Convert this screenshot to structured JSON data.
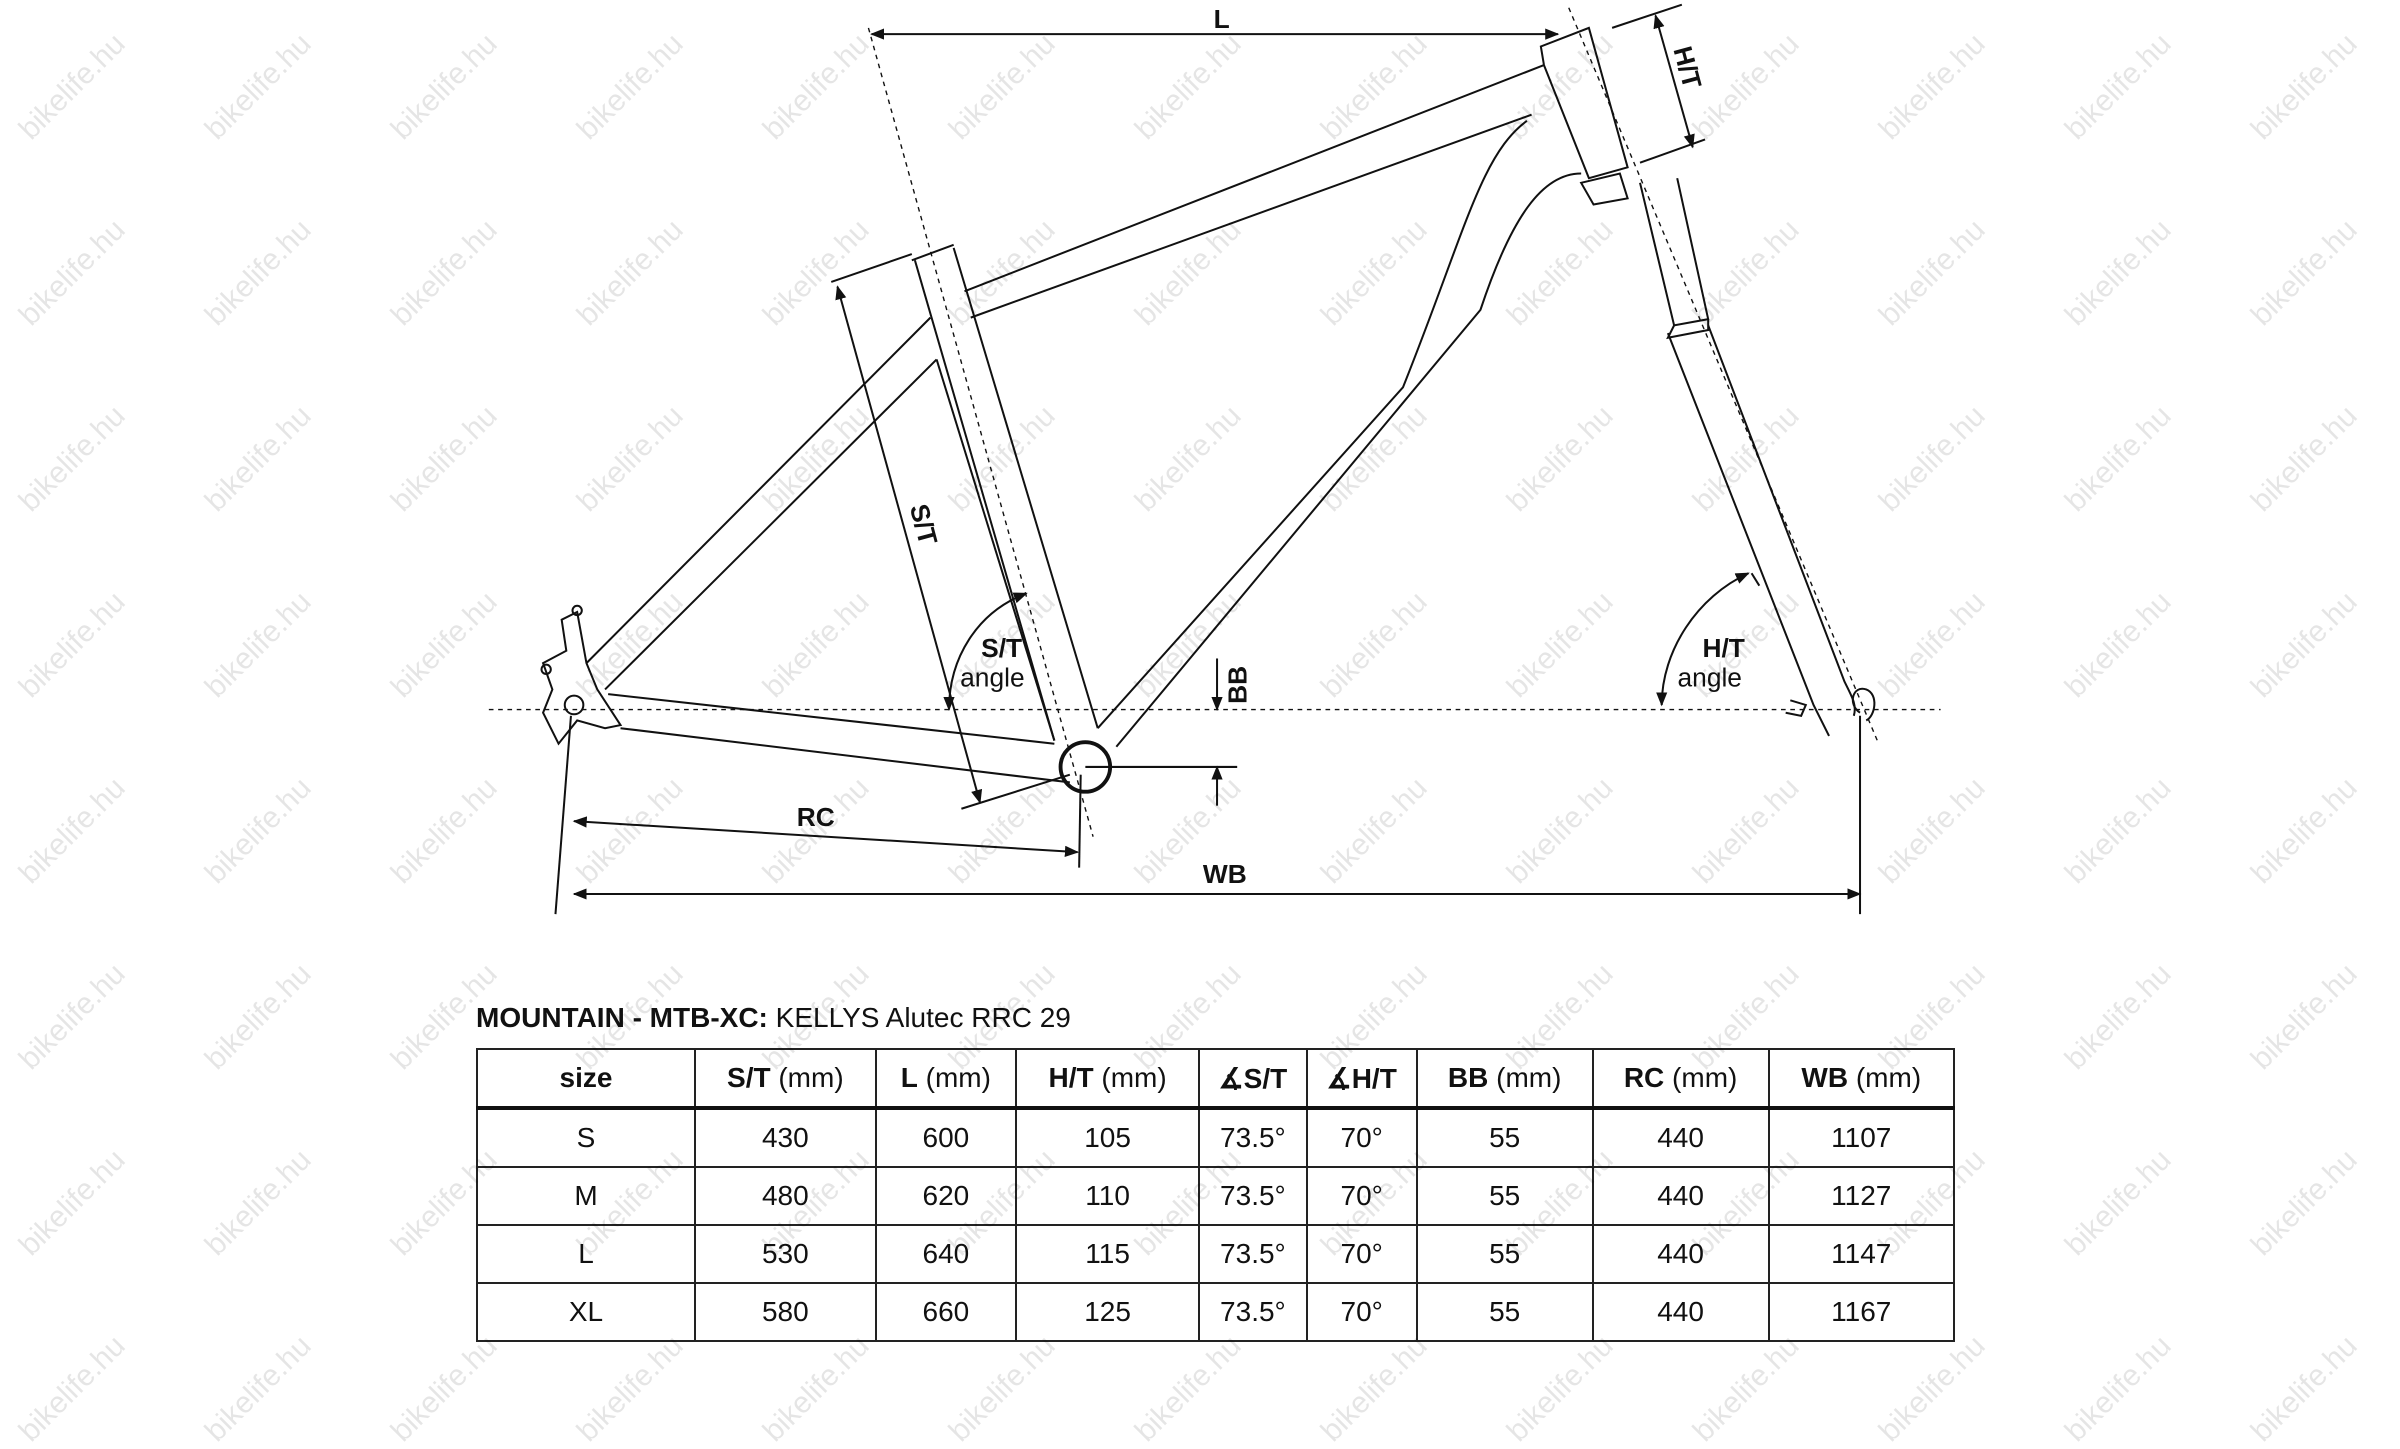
{
  "watermark": "bikelife.hu",
  "diagram": {
    "labels": {
      "l": "L",
      "ht": "H/T",
      "st": "S/T",
      "st_angle_1": "S/T",
      "st_angle_2": "angle",
      "ht_angle_1": "H/T",
      "ht_angle_2": "angle",
      "bb": "BB",
      "rc": "RC",
      "wb": "WB"
    }
  },
  "table": {
    "title_bold": "MOUNTAIN - MTB-XC:",
    "title_rest": " KELLYS Alutec RRC 29",
    "headers": [
      {
        "b": "size",
        "u": ""
      },
      {
        "b": "S/T",
        "u": " (mm)"
      },
      {
        "b": "L",
        "u": " (mm)"
      },
      {
        "b": "H/T",
        "u": " (mm)"
      },
      {
        "b": "∡S/T",
        "u": ""
      },
      {
        "b": "∡H/T",
        "u": ""
      },
      {
        "b": "BB",
        "u": " (mm)"
      },
      {
        "b": "RC",
        "u": " (mm)"
      },
      {
        "b": "WB",
        "u": " (mm)"
      }
    ],
    "rows": [
      [
        "S",
        "430",
        "600",
        "105",
        "73.5°",
        "70°",
        "55",
        "440",
        "1107"
      ],
      [
        "M",
        "480",
        "620",
        "110",
        "73.5°",
        "70°",
        "55",
        "440",
        "1127"
      ],
      [
        "L",
        "530",
        "640",
        "115",
        "73.5°",
        "70°",
        "55",
        "440",
        "1147"
      ],
      [
        "XL",
        "580",
        "660",
        "125",
        "73.5°",
        "70°",
        "55",
        "440",
        "1167"
      ]
    ]
  }
}
